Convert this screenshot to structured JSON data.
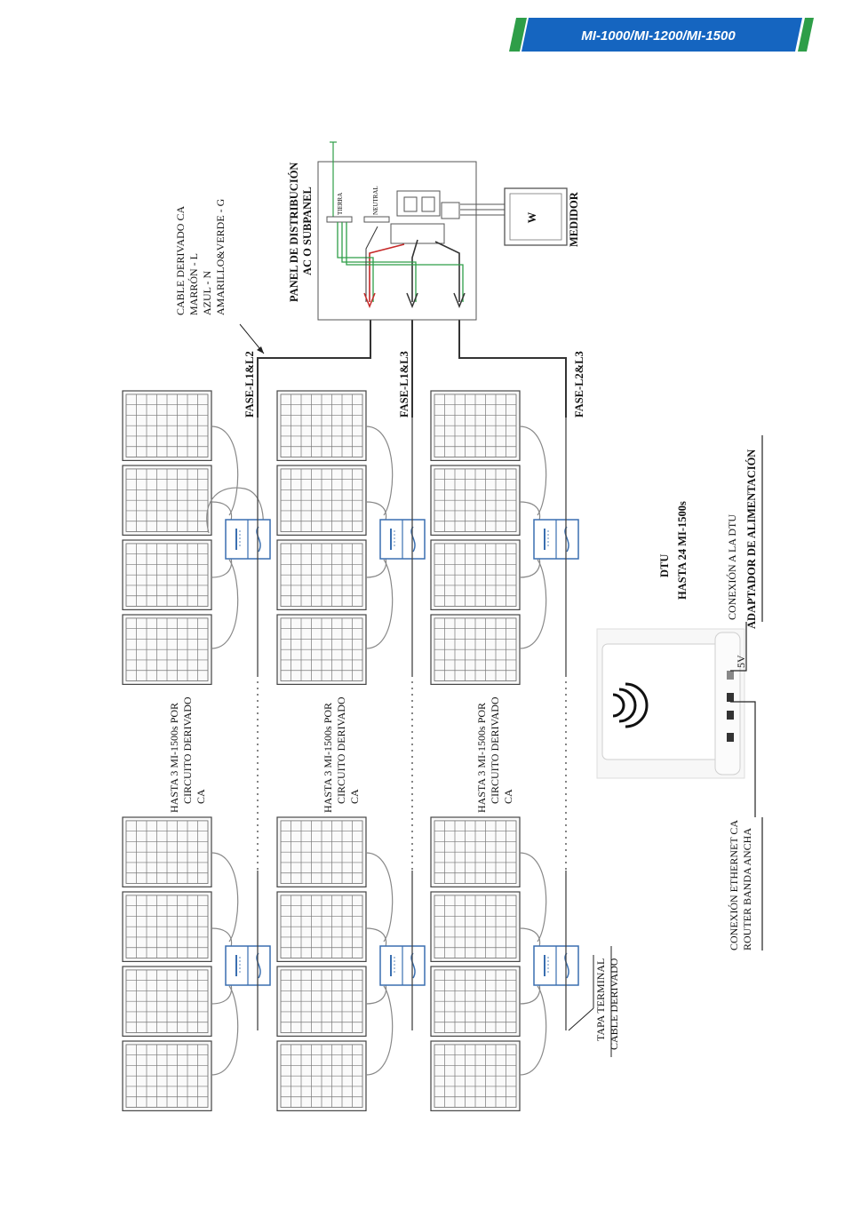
{
  "header": {
    "title": "MI-1000/MI-1200/MI-1500"
  },
  "labels": {
    "cable_title": "CABLE DERIVADO  CA",
    "cable_l": "MARRÓN - L",
    "cable_n": "AZUL - N",
    "cable_g": "AMARILLO&VERDE - G",
    "panel_line1": "PANEL DE DISTRIBUCIÓN",
    "panel_line2": "AC O SUBPANEL",
    "tierra": "TIERRA",
    "neutral": "NEUTRAL",
    "meter_symbol": "W",
    "meter_label": "MEDIDOR",
    "fase_1": "FASE-L1&L2",
    "fase_2": "FASE-L1&L3",
    "fase_3": "FASE-L2&L3",
    "group_line1": "HASTA 3 MI-1500s POR",
    "group_line2": "CIRCUITO DERIVADO",
    "group_line3": "CA",
    "dtu_title": "DTU",
    "dtu_sub": "HASTA 24 MI-1500s",
    "dtu_conn_line1": "CONEXIÓN A LA  DTU",
    "dtu_conn_line2": "ADAPTADOR DE ALIMENTACIÓN",
    "port_5v": "5V",
    "eth_line1": "CONEXIÓN ETHERNET CA",
    "eth_line2": "ROUTER BANDA ANCHA",
    "tapa_line1": "TAPA TERMINAL",
    "tapa_line2": "CABLE DERIVADO"
  },
  "colors": {
    "banner_blue": "#1565c0",
    "banner_green": "#2e9e48",
    "wire_red": "#c62828",
    "wire_green": "#2e9e48",
    "wire_dark": "#333333"
  }
}
